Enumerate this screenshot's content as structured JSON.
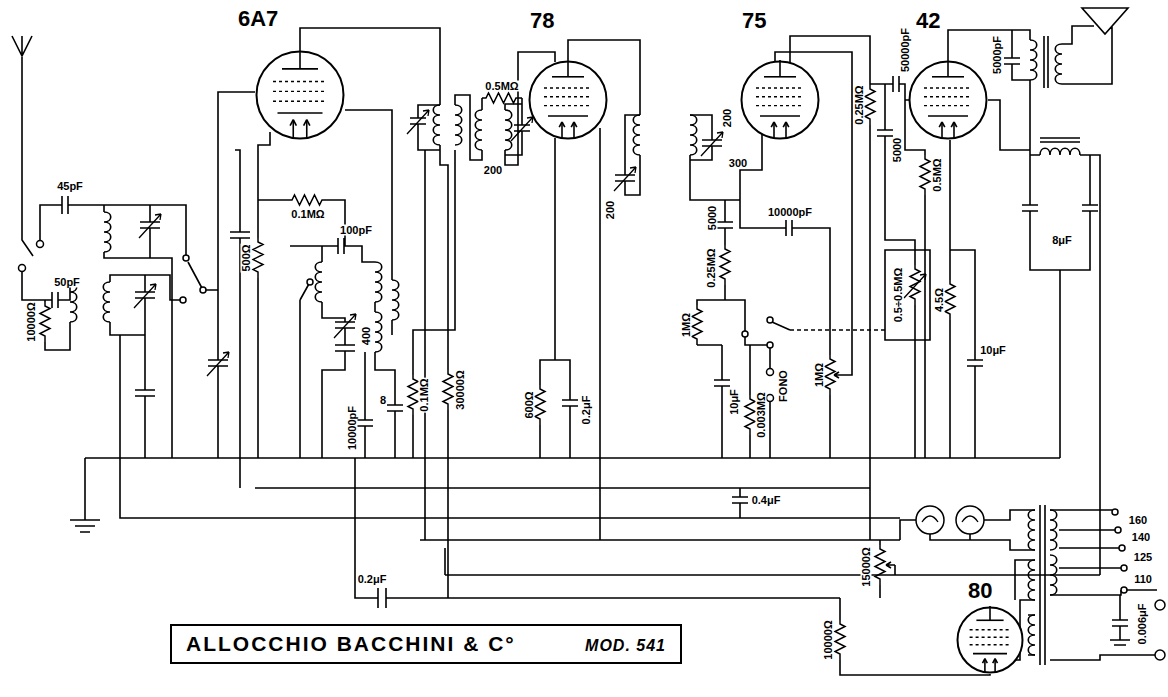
{
  "diagram": {
    "title": "",
    "nodes": [
      {
        "text": [
          "6A7"
        ]
      },
      {
        "text": [
          "78"
        ]
      },
      {
        "text": [
          "75"
        ]
      },
      {
        "text": [
          "42"
        ]
      },
      {
        "text": [
          "80"
        ]
      },
      {
        "text": [
          "ALLOCCHIO BACCHINI & C°",
          "MOD. 541"
        ]
      }
    ],
    "labels": [
      "45pF",
      "50pF",
      "10000Ω",
      "0.1MΩ",
      "100pF",
      "500Ω",
      "400",
      "10000pF",
      "8",
      "0.1MΩ",
      "30000Ω",
      "0.5MΩ",
      "200",
      "600Ω",
      "0.2μF",
      "200",
      "200",
      "300",
      "0.25MΩ",
      "5000",
      "10000pF",
      "1MΩ",
      "10μF",
      "0.003MΩ",
      "FONO",
      "1MΩ",
      "0.4μF",
      "0.25MΩ",
      "50000pF",
      "5000",
      "0.5MΩ",
      "5000pF",
      "0.5÷0.5MΩ",
      "4.5Ω",
      "10μF",
      "8μF",
      "15000Ω",
      "10000Ω",
      "0.2μF",
      "160",
      "140",
      "125",
      "110",
      "0.006μF"
    ]
  }
}
